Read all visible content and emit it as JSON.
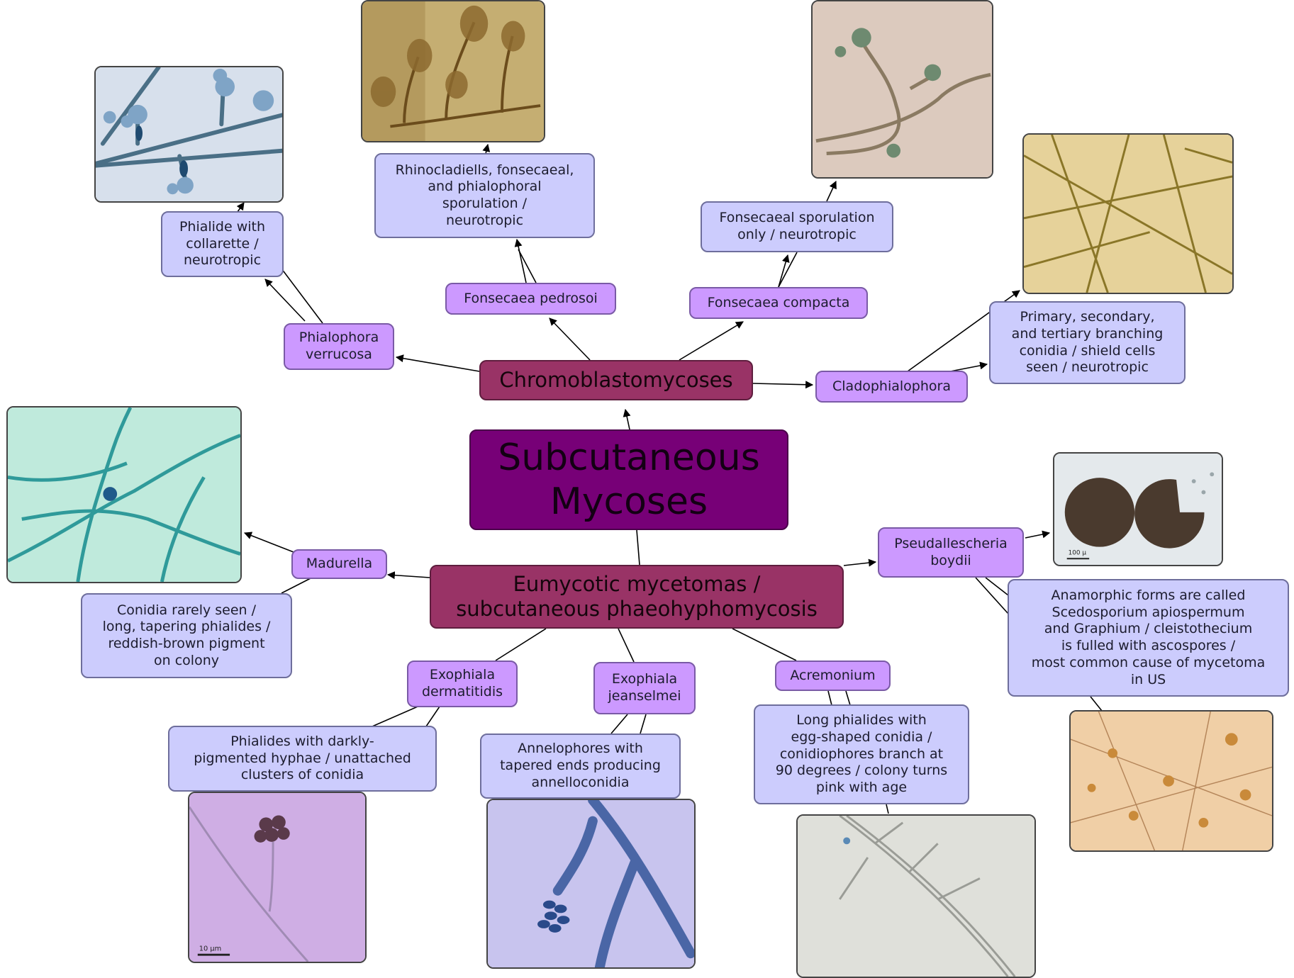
{
  "root": "Subcutaneous\nMycoses",
  "categories": {
    "chromo": "Chromoblastomycoses",
    "eumyc": "Eumycotic mycetomas /\nsubcutaneous phaeohyphomycosis"
  },
  "genera": {
    "phialophora": "Phialophora\nverrucosa",
    "pedrosoi": "Fonsecaea pedrosoi",
    "compacta": "Fonsecaea compacta",
    "cladophialophora": "Cladophialophora",
    "madurella": "Madurella",
    "pseudallescheria": "Pseudallescheria\nboydii",
    "dermatitidis": "Exophiala\ndermatitidis",
    "jeanselmei": "Exophiala\njeanselmei",
    "acremonium": "Acremonium"
  },
  "notes": {
    "phialophora": "Phialide with\ncollarette /\nneurotropic",
    "pedrosoi": "Rhinocladiells, fonsecaeal,\nand phialophoral\nsporulation /\nneurotropic",
    "compacta": "Fonsecaeal sporulation\nonly / neurotropic",
    "cladophialophora": "Primary, secondary,\nand tertiary branching\nconidia / shield cells\nseen / neurotropic",
    "madurella": "Conidia rarely seen /\nlong, tapering phialides /\nreddish-brown pigment\non colony",
    "pseudallescheria": "Anamorphic forms are called\nScedosporium apiospermum\nand Graphium / cleistothecium\nis fulled with ascospores /\nmost common cause of mycetoma\nin US",
    "dermatitidis": "Phialides with darkly-\npigmented hyphae / unattached\nclusters of conidia",
    "jeanselmei": "Annelophores with\ntapered ends producing\nannelloconidia",
    "acremonium": "Long phialides with\negg-shaped conidia /\nconidiophores branch at\n90 degrees / colony turns\npink with age"
  },
  "image_captions": {
    "dermatitidis": "10 µm",
    "pseudallescheria": "100 µ"
  },
  "colors": {
    "root": "#770077",
    "category": "#993366",
    "genus": "#cc99ff",
    "note": "#ccccfd",
    "connector": "#000000"
  }
}
